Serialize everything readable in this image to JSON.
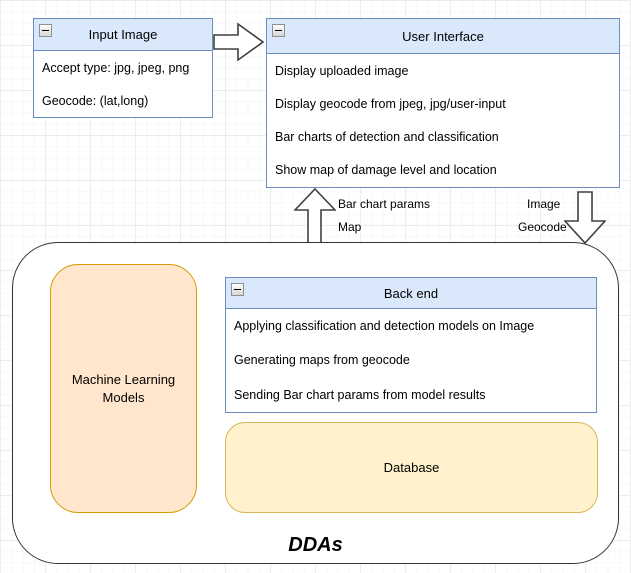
{
  "diagram": {
    "input_image": {
      "title": "Input Image",
      "rows": [
        "Accept type: jpg, jpeg, png",
        "Geocode: (lat,long)"
      ]
    },
    "user_interface": {
      "title": "User Interface",
      "rows": [
        "Display uploaded image",
        "Display geocode from jpeg, jpg/user-input",
        "Bar charts of detection and classification",
        "Show map of damage level and location"
      ]
    },
    "back_end": {
      "title": "Back end",
      "rows": [
        "Applying classification and detection models on Image",
        "Generating maps from geocode",
        "Sending Bar chart params from model results"
      ]
    },
    "ml_models": {
      "label": "Machine Learning Models"
    },
    "database": {
      "label": "Database"
    },
    "container": {
      "label": "DDAs"
    },
    "arrow_labels": {
      "up_arrow_line1": "Bar chart params",
      "up_arrow_line2": "Map",
      "down_arrow_line1": "Image",
      "down_arrow_line2": "Geocode"
    },
    "colors": {
      "header_fill": "#dae8fc",
      "header_stroke": "#6c8ebf",
      "orange_fill": "#ffe6cc",
      "orange_stroke": "#d79b00",
      "yellow_fill": "#fff2cc",
      "yellow_stroke": "#d6b656",
      "container_stroke": "#333333"
    }
  }
}
